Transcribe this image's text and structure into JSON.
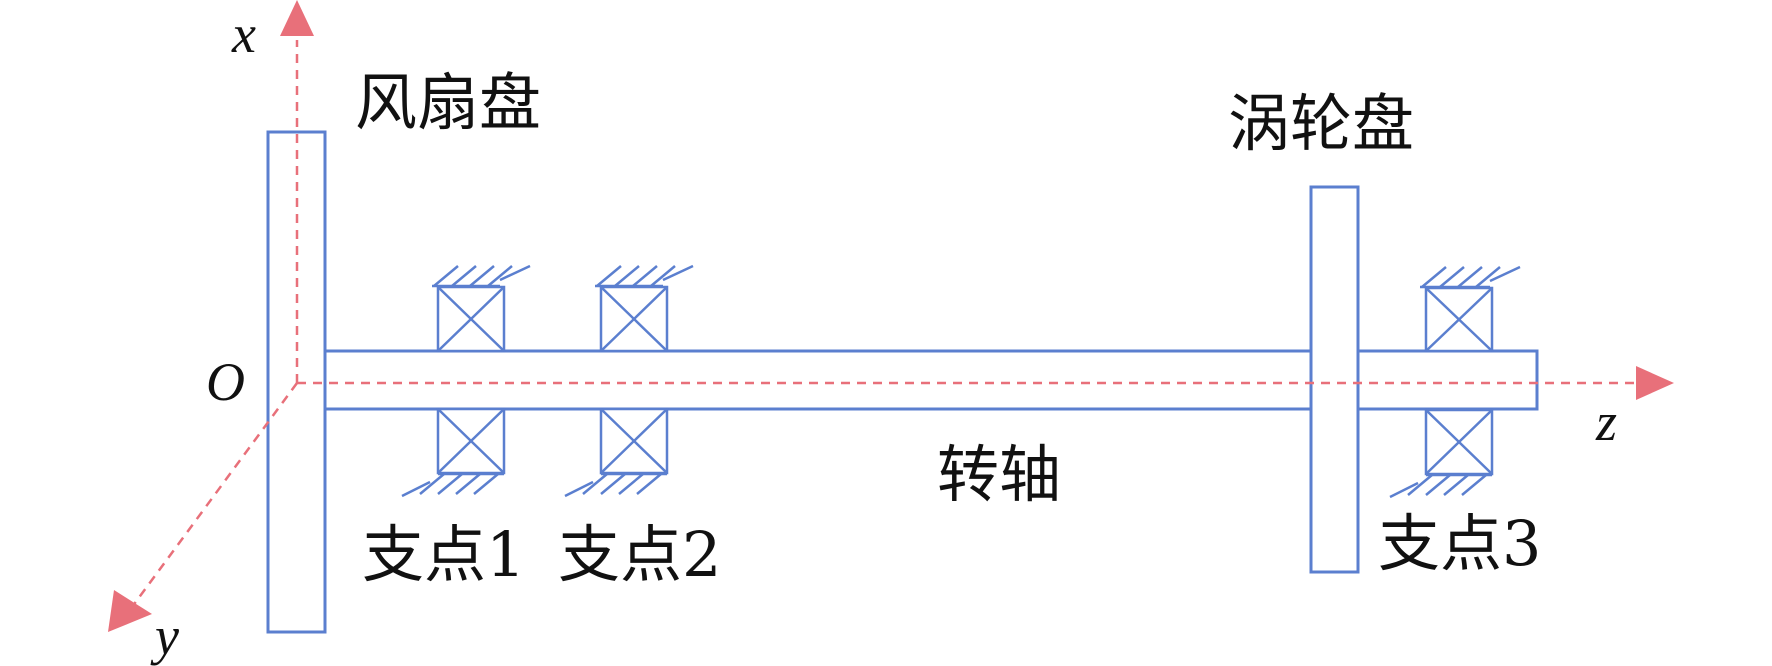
{
  "colors": {
    "structure": "#5b7fcf",
    "axis": "#e8707a",
    "text": "#111111"
  },
  "axes": {
    "x_label": "x",
    "y_label": "y",
    "z_label": "z",
    "origin_label": "O"
  },
  "labels": {
    "fan_disk": "风扇盘",
    "turbine_disk": "涡轮盘",
    "shaft": "转轴",
    "support_1": "支点1",
    "support_2": "支点2",
    "support_3": "支点3"
  }
}
